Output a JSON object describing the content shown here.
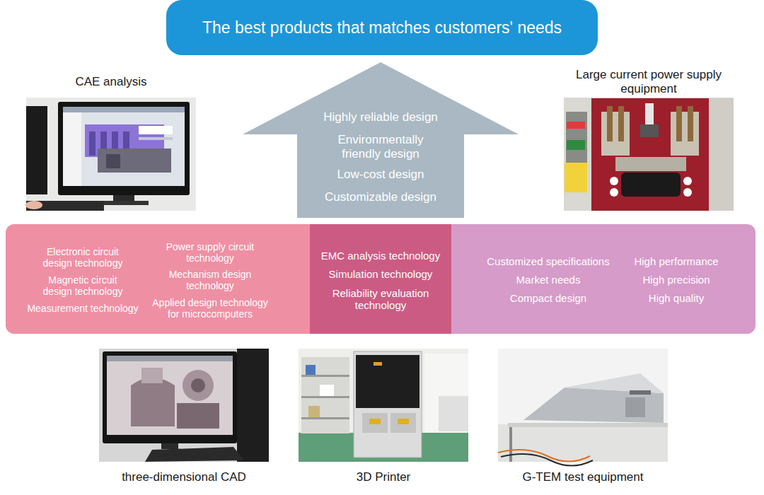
{
  "diagram": {
    "nodes": [
      {
        "text": [
          "The best products that matches customers' needs"
        ]
      },
      {
        "text": [
          "CAE analysis"
        ]
      },
      {
        "text": [
          "Highly reliable design",
          "Environmentally friendly design",
          "Low-cost design",
          "Customizable design"
        ]
      },
      {
        "text": [
          "Large current power supply equipment"
        ]
      },
      {
        "text": [
          "Electronic circuit design technology",
          "Magnetic circuit design technology",
          "Measurement technology",
          "Power supply circuit technology",
          "Mechanism design technology",
          "Applied design technology for microcomputers"
        ]
      },
      {
        "text": [
          "EMC analysis technology",
          "Simulation technology",
          "Reliability evaluation technology"
        ]
      },
      {
        "text": [
          "Customized specifications",
          "Market needs",
          "Compact design",
          "High performance",
          "High precision",
          "High quality"
        ]
      },
      {
        "text": [
          "three-dimensional CAD"
        ]
      },
      {
        "text": [
          "3D Printer"
        ]
      },
      {
        "text": [
          "G-TEM test equipment"
        ]
      }
    ]
  }
}
